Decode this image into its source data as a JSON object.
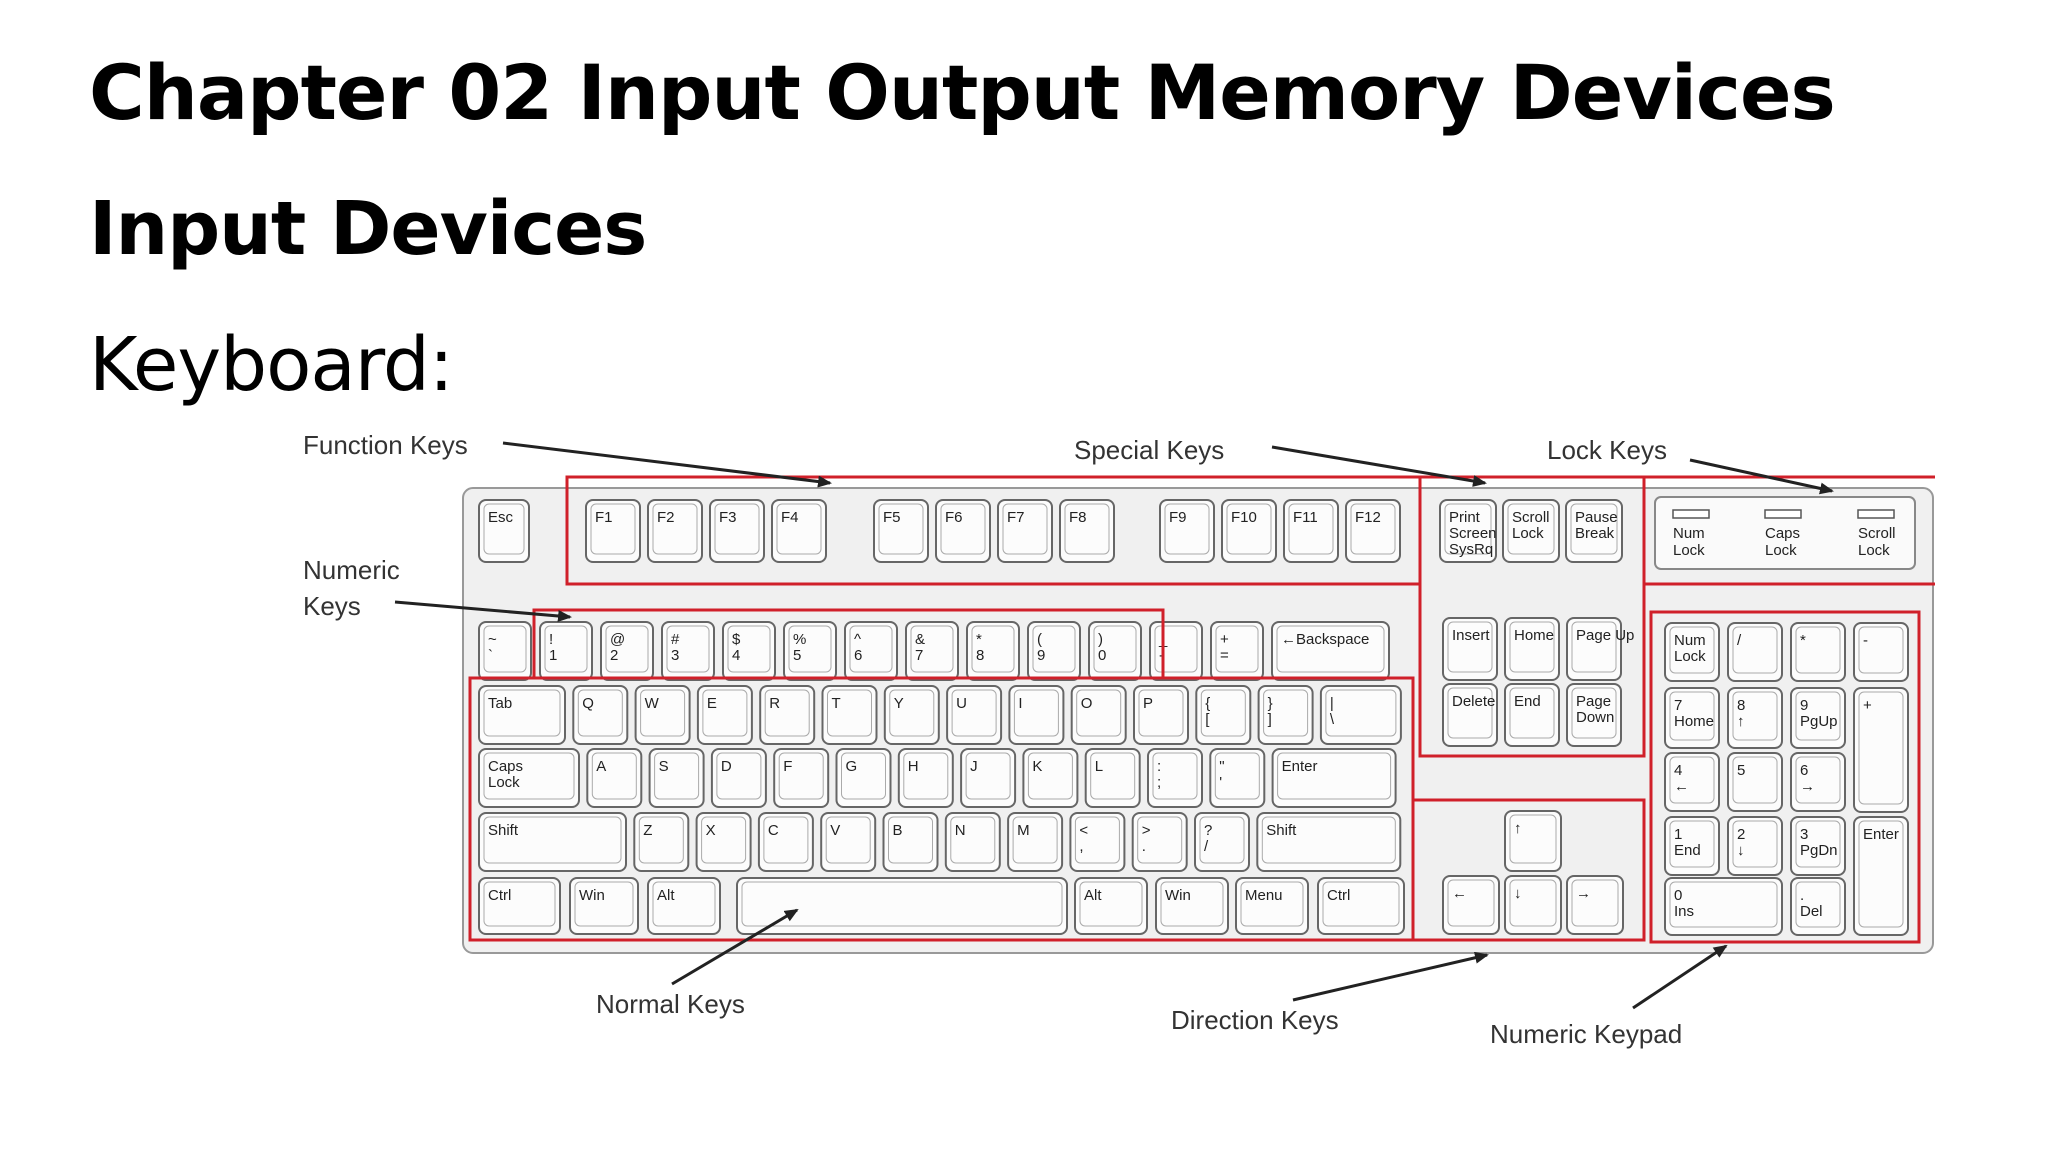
{
  "slide": {
    "title": "Chapter 02 Input Output Memory Devices",
    "subtitle": "Input Devices",
    "heading": "Keyboard:"
  },
  "diagram": {
    "labels": {
      "function_keys": "Function Keys",
      "special_keys": "Special Keys",
      "lock_keys": "Lock Keys",
      "numeric_keys_line1": "Numeric",
      "numeric_keys_line2": "Keys",
      "normal_keys": "Normal Keys",
      "direction_keys": "Direction Keys",
      "numeric_keypad": "Numeric Keypad"
    },
    "lock_indicators": [
      {
        "line1": "Num",
        "line2": "Lock"
      },
      {
        "line1": "Caps",
        "line2": "Lock"
      },
      {
        "line1": "Scroll",
        "line2": "Lock"
      }
    ],
    "key_rows": {
      "function_row": [
        "Esc",
        "F1",
        "F2",
        "F3",
        "F4",
        "F5",
        "F6",
        "F7",
        "F8",
        "F9",
        "F10",
        "F11",
        "F12"
      ],
      "special_row": [
        "Print Screen SysRq",
        "Scroll Lock",
        "Pause Break"
      ],
      "number_row": [
        "~ `",
        "! 1",
        "@ 2",
        "# 3",
        "$ 4",
        "% 5",
        "^ 6",
        "& 7",
        "* 8",
        "( 9",
        ") 0",
        "_ -",
        "+ =",
        "←Backspace"
      ],
      "tab_row": [
        "Tab",
        "Q",
        "W",
        "E",
        "R",
        "T",
        "Y",
        "U",
        "I",
        "O",
        "P",
        "{ [",
        "} ]",
        "| \\"
      ],
      "caps_row": [
        "Caps Lock",
        "A",
        "S",
        "D",
        "F",
        "G",
        "H",
        "J",
        "K",
        "L",
        ": ;",
        "\" '",
        "Enter"
      ],
      "shift_row": [
        "Shift",
        "Z",
        "X",
        "C",
        "V",
        "B",
        "N",
        "M",
        "< ,",
        "> .",
        "? /",
        "Shift"
      ],
      "ctrl_row": [
        "Ctrl",
        "Win",
        "Alt",
        "",
        "Alt",
        "Win",
        "Menu",
        "Ctrl"
      ],
      "nav_top": [
        "Insert",
        "Home",
        "Page Up"
      ],
      "nav_bottom": [
        "Delete",
        "End",
        "Page Down"
      ],
      "arrows": [
        "↑",
        "←",
        "↓",
        "→"
      ],
      "numpad": [
        "Num Lock",
        "/",
        "*",
        "-",
        "7 Home",
        "8 ↑",
        "9 PgUp",
        "+",
        "4 ←",
        "5",
        "6 →",
        "1 End",
        "2 ↓",
        "3 PgDn",
        "Enter",
        "0 Ins",
        ". Del"
      ]
    }
  }
}
